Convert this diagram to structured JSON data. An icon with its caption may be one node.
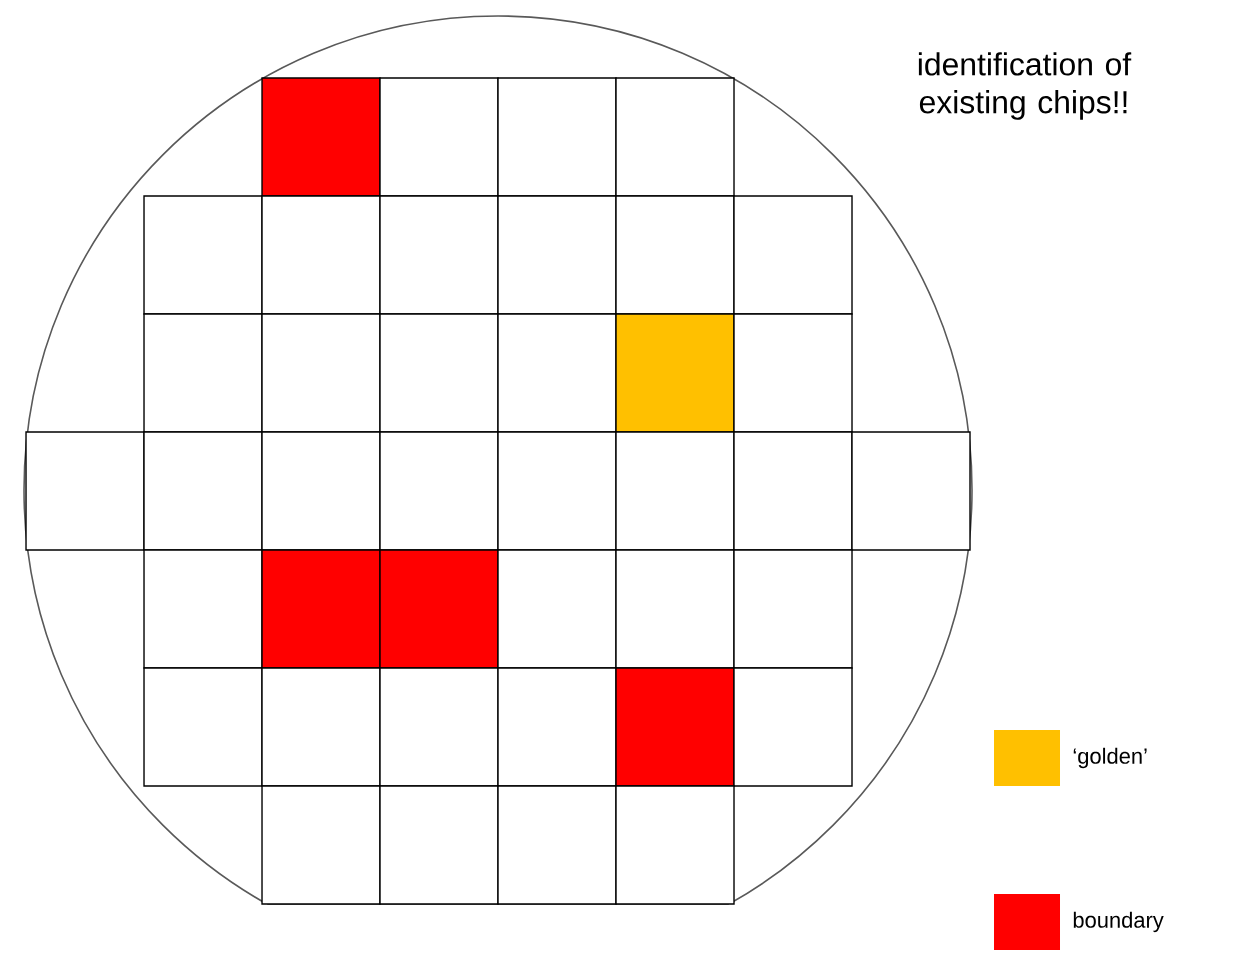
{
  "diagram": {
    "title": "identification of existing chips!!",
    "legend": [
      {
        "text": "‘golden’",
        "color": "#ffc000"
      },
      {
        "text": "boundary",
        "color": "#ff0000"
      }
    ]
  }
}
